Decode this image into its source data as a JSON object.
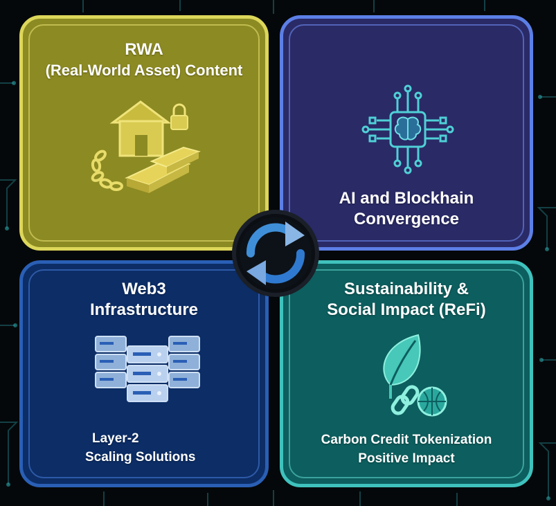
{
  "quadrants": {
    "rwa": {
      "title": "RWA",
      "subtitle": "(Real-World Asset) Content",
      "icon": "house-gold-chain-lock-icon",
      "color": "#8c8a22"
    },
    "ai": {
      "title_line1": "AI and Blockhain",
      "title_line2": "Convergence",
      "icon": "brain-chip-circuit-icon",
      "color": "#2a2a66"
    },
    "web3": {
      "title_line1": "Web3",
      "title_line2": "Infrastructure",
      "caption_line1": "Layer-2",
      "caption_line2": "Scaling Solutions",
      "icon": "server-racks-icon",
      "color": "#0c2d66"
    },
    "refi": {
      "title_line1": "Sustainability &",
      "title_line2": "Social Impact (ReFi)",
      "caption_line1": "Carbon Credit Tokenization",
      "caption_line2": "Positive Impact",
      "icon": "leaf-chain-globe-icon",
      "color": "#0d5e5e"
    }
  },
  "center": {
    "icon": "cycle-arrows-icon"
  }
}
